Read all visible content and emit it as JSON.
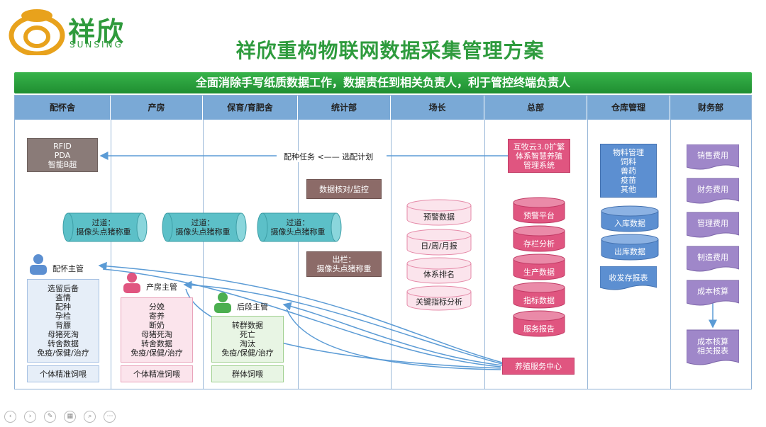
{
  "logo": {
    "name": "祥欣",
    "sub": "SUNSING"
  },
  "title": "祥欣重构物联网数据采集管理方案",
  "banner": "全面消除手写纸质数据工作，数据责任到相关负责人，利于管控终端负责人",
  "columns": [
    "配怀舍",
    "产房",
    "保育/育肥舍",
    "统计部",
    "场长",
    "总部",
    "仓库管理",
    "财务部"
  ],
  "rfid_box": [
    "RFID",
    "PDA",
    "智能B超"
  ],
  "plan_label": "配种任务 <—— 选配计划",
  "hq_system": [
    "互牧云3.0扩繁",
    "体系智慧养殖",
    "管理系统"
  ],
  "aisle": [
    "过道：",
    "摄像头点猪称重"
  ],
  "stats": {
    "check": "数据核对/监控",
    "outpen": [
      "出栏：",
      "摄像头点猪称重"
    ]
  },
  "manager": [
    "预警数据",
    "日/周/月报",
    "体系排名",
    "关键指标分析"
  ],
  "hq_items": [
    "预警平台",
    "存栏分析",
    "生产数据",
    "指标数据",
    "服务报告"
  ],
  "service_center": "养殖服务中心",
  "warehouse": {
    "materials": [
      "物料管理",
      "饲料",
      "兽药",
      "疫苗",
      "其他"
    ],
    "in": "入库数据",
    "out": "出库数据",
    "report": "收发存报表"
  },
  "finance": [
    "销售费用",
    "财务费用",
    "管理费用",
    "制造费用",
    "成本核算"
  ],
  "finance_final": [
    "成本核算",
    "相关报表"
  ],
  "breeding": {
    "title": "配怀主管",
    "items": [
      "选留后备",
      "查情",
      "配种",
      "孕检",
      "背膘",
      "母猪死淘",
      "转舍数据",
      "免疫/保健/治疗"
    ],
    "feed": "个体精准饲喂"
  },
  "farrowing": {
    "title": "产房主管",
    "items": [
      "分娩",
      "寄养",
      "断奶",
      "母猪死淘",
      "转舍数据",
      "免疫/保健/治疗"
    ],
    "feed": "个体精准饲喂"
  },
  "nursery": {
    "title": "后段主管",
    "items": [
      "转群数据",
      "死亡",
      "淘汰",
      "免疫/保健/治疗"
    ],
    "feed": "群体饲喂"
  },
  "colors": {
    "green": "#2e9b3d",
    "header": "#7aa9d6",
    "pink": "#e05580",
    "purple": "#9f87c9",
    "teal": "#5cc0c8"
  }
}
